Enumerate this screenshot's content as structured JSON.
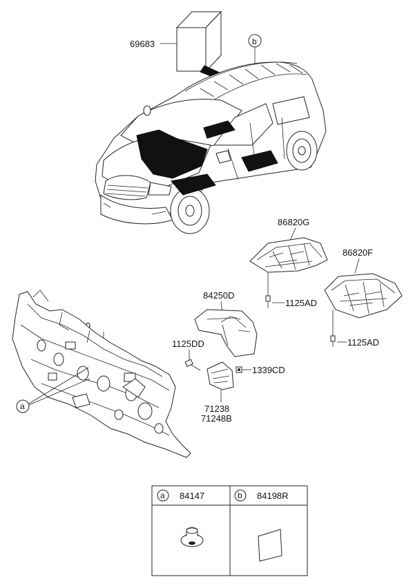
{
  "parts": {
    "p69683": "69683",
    "p86820G": "86820G",
    "p86820F": "86820F",
    "p84250D": "84250D",
    "p1125AD_top": "1125AD",
    "p1125AD_bottom": "1125AD",
    "p84120": "84120",
    "p1125DD": "1125DD",
    "p1339CD": "1339CD",
    "p71238": "71238",
    "p71248B": "71248B"
  },
  "callouts": {
    "a": "a",
    "b": "b"
  },
  "legend_table": {
    "col_a": {
      "marker": "a",
      "part": "84147"
    },
    "col_b": {
      "marker": "b",
      "part": "84198R"
    }
  }
}
